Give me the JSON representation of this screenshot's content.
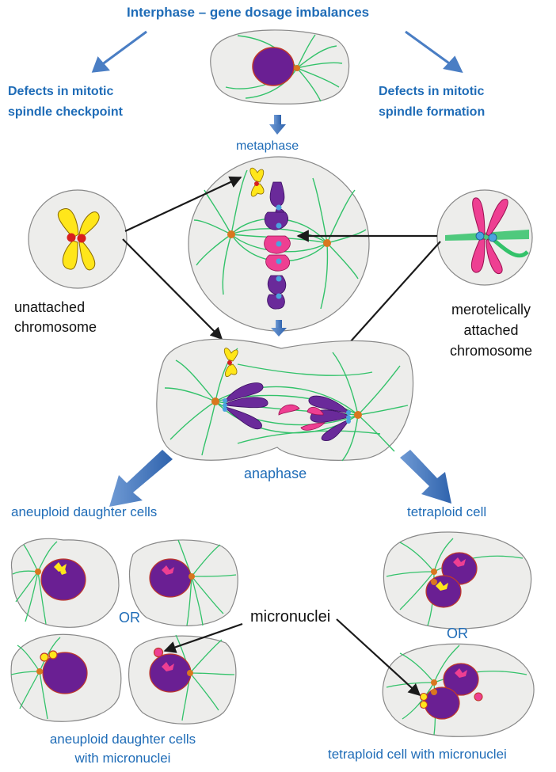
{
  "title": "Interphase – gene dosage imbalances",
  "left_branch": "Defects in mitotic spindle checkpoint",
  "left_branch_lines": [
    "Defects in mitotic",
    "spindle checkpoint"
  ],
  "right_branch": "Defects in mitotic spindle formation",
  "right_branch_lines": [
    "Defects in mitotic",
    "spindle formation"
  ],
  "stages": {
    "metaphase": "metaphase",
    "anaphase": "anaphase"
  },
  "unattached": "unattached chromosome",
  "unattached_lines": [
    "unattached",
    "chromosome"
  ],
  "merotelic": "merotelically attached chromosome",
  "merotelic_lines": [
    "merotelically",
    "attached",
    "chromosome"
  ],
  "outcomes": {
    "aneuploid": "aneuploid daughter cells",
    "tetraploid": "tetraploid cell",
    "or_left": "OR",
    "or_right": "OR",
    "micronuclei": "micronuclei",
    "aneuploid_mn": "aneuploid daughter cells with micronuclei",
    "aneuploid_mn_lines": [
      "aneuploid daughter cells",
      "with micronuclei"
    ],
    "tetraploid_mn": "tetraploid cell with micronuclei"
  },
  "colors": {
    "text_blue": "#1f6cb7",
    "arrow_blue": "#4a7ec4",
    "spindle": "#33c26a",
    "nucleus": "#6a1f93",
    "centrosome": "#d9771f",
    "kinetochore": "#4aa3df",
    "chromosome_yellow": "#ffe61a",
    "chromosome_pink": "#ee3f92",
    "chromosome_purple": "#6a2a9a",
    "cell_fill": "#ededeb"
  }
}
